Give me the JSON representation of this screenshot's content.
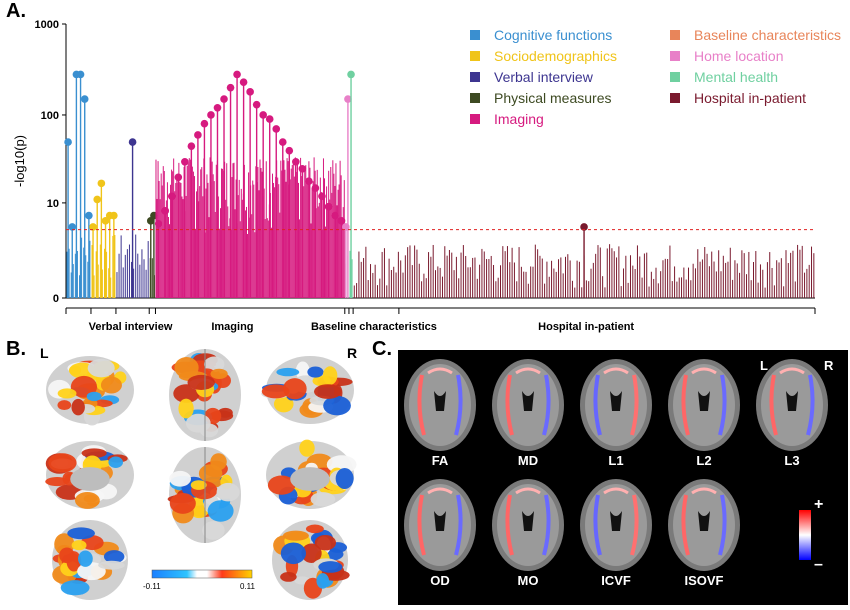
{
  "panels": {
    "a": "A.",
    "b": "B.",
    "c": "C."
  },
  "chart_data": {
    "type": "scatter",
    "title": "",
    "ylabel": "-log10(p)",
    "yscale": "log1p",
    "yticks": [
      "0",
      "10",
      "100",
      "1000"
    ],
    "ylim": [
      0,
      1000
    ],
    "threshold": 4.6,
    "xlabels": [
      "Verbal interview",
      "Imaging",
      "Baseline characteristics",
      "Hospital in-patient"
    ],
    "legend": [
      {
        "name": "Cognitive functions",
        "color": "#3a8fd0"
      },
      {
        "name": "Sociodemographics",
        "color": "#f0c419"
      },
      {
        "name": "Verbal interview",
        "color": "#3d3590"
      },
      {
        "name": "Physical measures",
        "color": "#3d4a22"
      },
      {
        "name": "Imaging",
        "color": "#d61a7f"
      },
      {
        "name": "Baseline characteristics",
        "color": "#e8855a"
      },
      {
        "name": "Home location",
        "color": "#e880c8"
      },
      {
        "name": "Mental health",
        "color": "#6fd0a0"
      },
      {
        "name": "Hospital in-patient",
        "color": "#7a1a2e"
      }
    ],
    "groups": [
      {
        "name": "Cognitive functions",
        "x_start": 0,
        "x_end": 12,
        "highlighted": [
          50,
          5,
          280,
          280,
          150,
          7
        ]
      },
      {
        "name": "Sociodemographics",
        "x_start": 12,
        "x_end": 24,
        "highlighted": [
          5,
          11,
          17,
          6,
          7,
          7
        ]
      },
      {
        "name": "Verbal interview",
        "x_start": 24,
        "x_end": 40,
        "highlighted": [
          50
        ]
      },
      {
        "name": "Physical measures",
        "x_start": 40,
        "x_end": 43,
        "highlighted": [
          6,
          7
        ]
      },
      {
        "name": "Imaging",
        "x_start": 43,
        "x_end": 134,
        "highlighted": [
          5.5,
          8,
          12,
          20,
          30,
          45,
          60,
          80,
          100,
          120,
          150,
          200,
          280,
          230,
          180,
          130,
          100,
          90,
          70,
          50,
          40,
          30,
          25,
          18,
          15,
          12,
          9,
          7,
          6
        ]
      },
      {
        "name": "Home location",
        "x_start": 134,
        "x_end": 136,
        "highlighted": [
          5,
          150
        ]
      },
      {
        "name": "Mental health",
        "x_start": 136,
        "x_end": 138,
        "highlighted": [
          280
        ]
      },
      {
        "name": "Hospital in-patient",
        "x_start": 138,
        "x_end": 360,
        "highlighted": [
          5
        ]
      }
    ]
  },
  "brain_panel": {
    "side_left": "L",
    "side_right": "R",
    "colorbar_min": "-0.11",
    "colorbar_max": "0.11"
  },
  "dti_panel": {
    "side_left": "L",
    "side_right": "R",
    "metrics_row1": [
      "FA",
      "MD",
      "L1",
      "L2",
      "L3"
    ],
    "metrics_row2": [
      "OD",
      "MO",
      "ICVF",
      "ISOVF"
    ],
    "colorbar_plus": "+",
    "colorbar_minus": "–"
  }
}
